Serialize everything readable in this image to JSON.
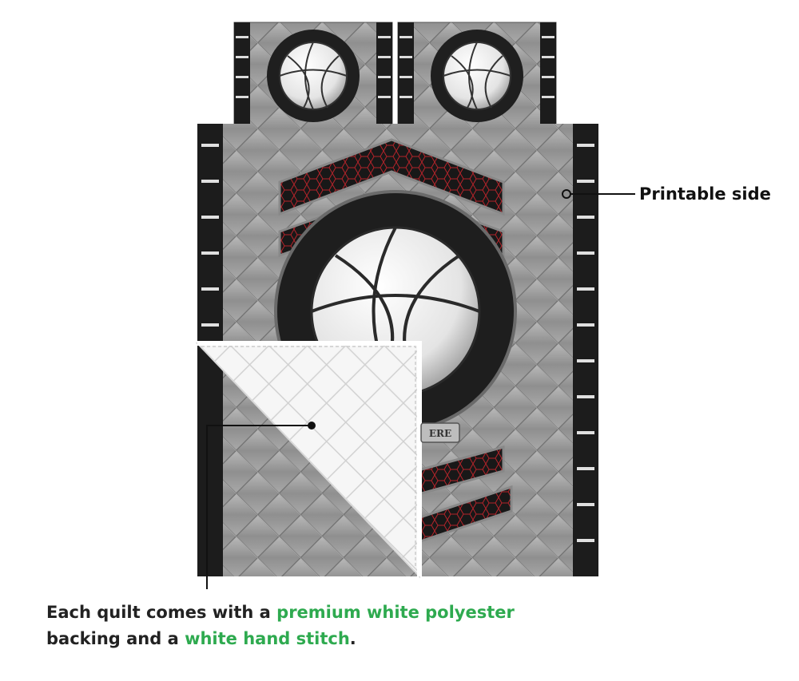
{
  "callouts": {
    "printable_side": "Printable side"
  },
  "caption": {
    "line1_prefix": "Each quilt comes with a ",
    "line1_highlight": "premium white polyester",
    "line2_prefix": "backing and a ",
    "line2_highlight": "white hand stitch",
    "line2_suffix": "."
  },
  "nameplate_text": "ERE",
  "colors": {
    "highlight_green": "#2eaa4f",
    "steel": "#9a9a9a",
    "dark_panel": "#1c1c1c",
    "honeycomb_red": "#c0262b",
    "backing_white": "#f4f4f4"
  }
}
